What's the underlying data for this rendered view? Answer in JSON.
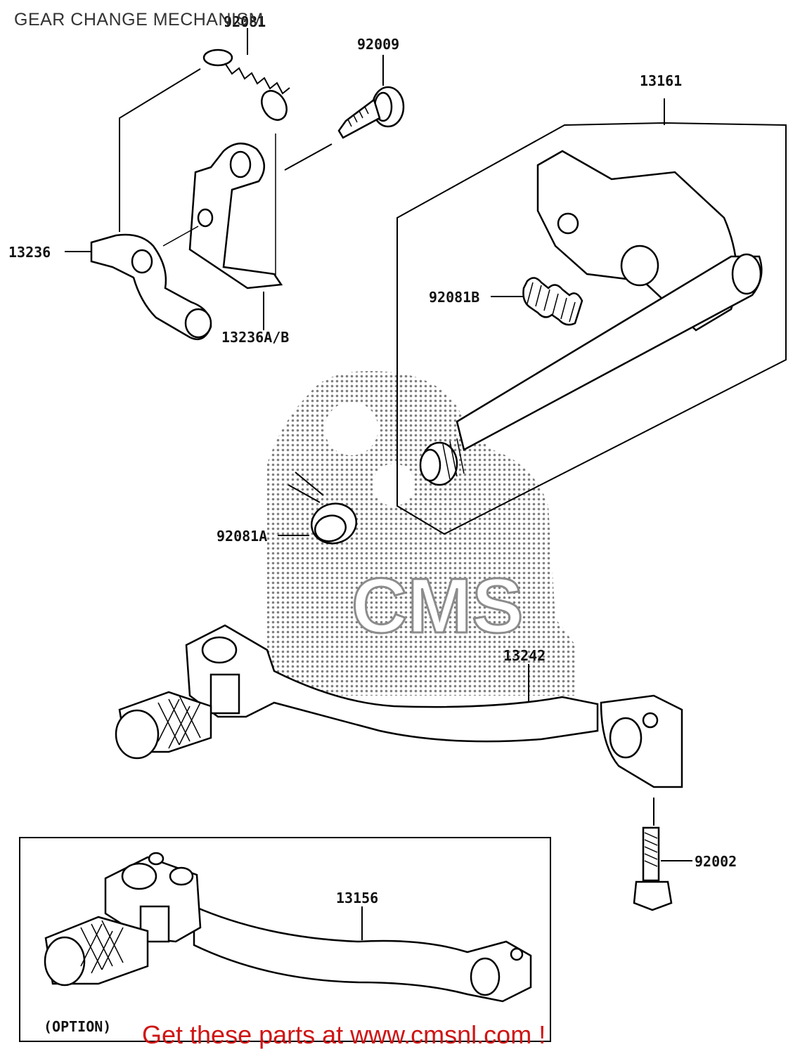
{
  "title": "GEAR CHANGE MECHANISM",
  "footer": "Get these parts at www.cmsnl.com !",
  "watermark": {
    "text": "CMS"
  },
  "parts": {
    "p92081": "92081",
    "p92009": "92009",
    "p13161": "13161",
    "p13236": "13236",
    "p13236ab": "13236A/B",
    "p92081b": "92081B",
    "p92081a": "92081A",
    "p13242": "13242",
    "p92002": "92002",
    "p13156": "13156"
  },
  "option_label": "(OPTION)"
}
